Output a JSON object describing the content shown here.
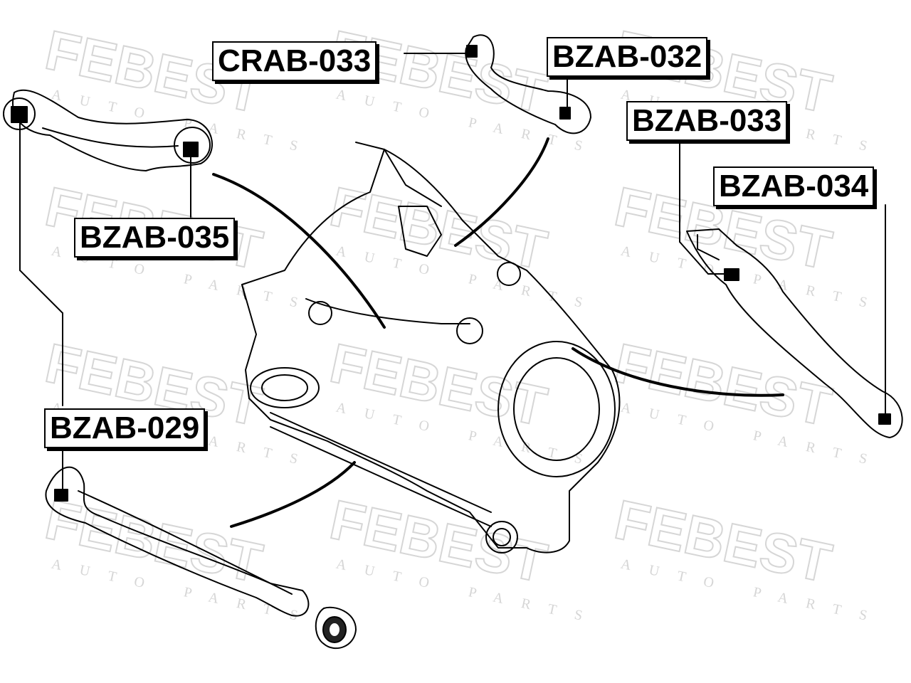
{
  "watermark": {
    "brand": "FEBEST",
    "subtitle": "AUTO PARTS"
  },
  "parts": [
    {
      "id": "crab033",
      "code": "CRAB-033"
    },
    {
      "id": "bzab032",
      "code": "BZAB-032"
    },
    {
      "id": "bzab033",
      "code": "BZAB-033"
    },
    {
      "id": "bzab034",
      "code": "BZAB-034"
    },
    {
      "id": "bzab035",
      "code": "BZAB-035"
    },
    {
      "id": "bzab029",
      "code": "BZAB-029"
    }
  ],
  "colors": {
    "line": "#000000",
    "watermark": "#d6d6d6",
    "background": "#ffffff"
  }
}
